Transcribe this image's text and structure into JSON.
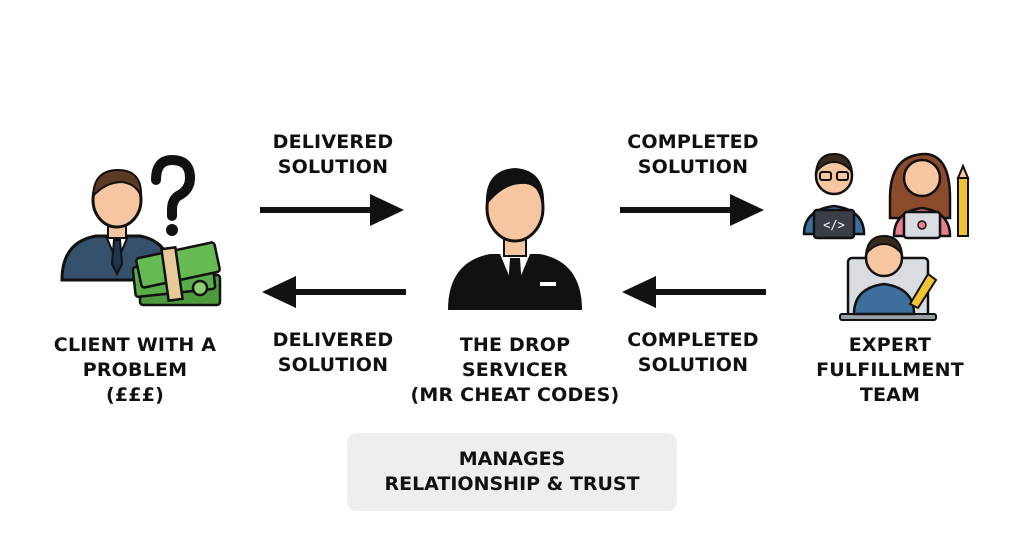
{
  "nodes": {
    "client": {
      "lines": [
        "CLIENT WITH A",
        "PROBLEM",
        "(£££)"
      ],
      "icon": "client-with-cash-icon"
    },
    "servicer": {
      "lines": [
        "THE DROP",
        "SERVICER",
        "(MR CHEAT CODES)"
      ],
      "icon": "businessman-icon"
    },
    "team": {
      "lines": [
        "EXPERT",
        "FULFILLMENT",
        "TEAM"
      ],
      "icon": "team-icon"
    }
  },
  "arrows": {
    "top_left": {
      "lines": [
        "DELIVERED",
        "SOLUTION"
      ],
      "direction": "right"
    },
    "bottom_left": {
      "lines": [
        "DELIVERED",
        "SOLUTION"
      ],
      "direction": "left"
    },
    "top_right": {
      "lines": [
        "COMPLETED",
        "SOLUTION"
      ],
      "direction": "right"
    },
    "bottom_right": {
      "lines": [
        "COMPLETED",
        "SOLUTION"
      ],
      "direction": "left"
    }
  },
  "manages": {
    "lines": [
      "MANAGES",
      "RELATIONSHIP & TRUST"
    ]
  },
  "colors": {
    "arrow": "#111111",
    "suit": "#34506b",
    "skin": "#f6c6a0",
    "cash": "#4c9a3c",
    "box": "#eeeeee"
  }
}
